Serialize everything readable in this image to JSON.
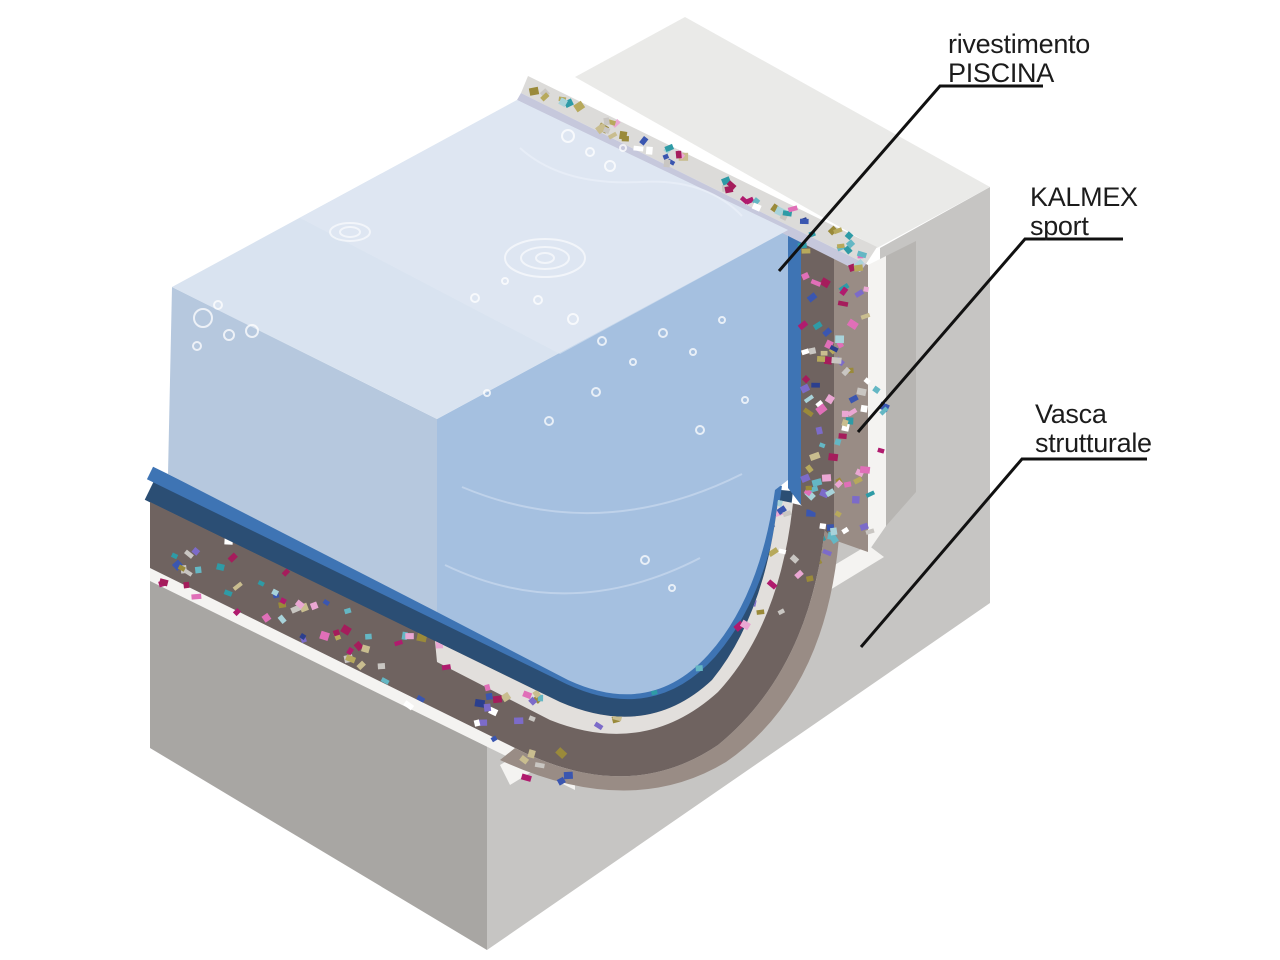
{
  "labels": {
    "piscina": {
      "line1": "rivestimento",
      "line2": "PISCINA"
    },
    "kalmex": {
      "line1": "KALMEX",
      "line2": "sport"
    },
    "vasca": {
      "line1": "Vasca",
      "line2": "strutturale"
    }
  },
  "colors": {
    "water_surface": "#d9e3f0",
    "water_left": "#b6c8de",
    "water_front": "#a5c0e0",
    "lining_blue": "#3e74b4",
    "lining_navy": "#2b4e74",
    "lining_lavender": "#c6c8dc",
    "kalmex_dark": "#6f6360",
    "kalmex_light": "#998c85",
    "kalmex_top_strip": "#e2dfdc",
    "deck_band": "#dcdbd9",
    "concrete_top": "#eaeae8",
    "concrete_right": "#c6c5c3",
    "concrete_left": "#a8a6a3",
    "concrete_cut": "#b7b5b2",
    "exposed_white": "#f4f3f1",
    "leader": "#111111"
  },
  "speckle_palette": [
    "#2b3f8e",
    "#3a56b0",
    "#b01b6e",
    "#a51d5c",
    "#e06fb8",
    "#eaa7d3",
    "#7c6bc9",
    "#2e9ba6",
    "#64b7c4",
    "#a8d3da",
    "#9a8a3a",
    "#b7a95c",
    "#c9bd8f",
    "#ffffff",
    "#c9c6c2"
  ]
}
